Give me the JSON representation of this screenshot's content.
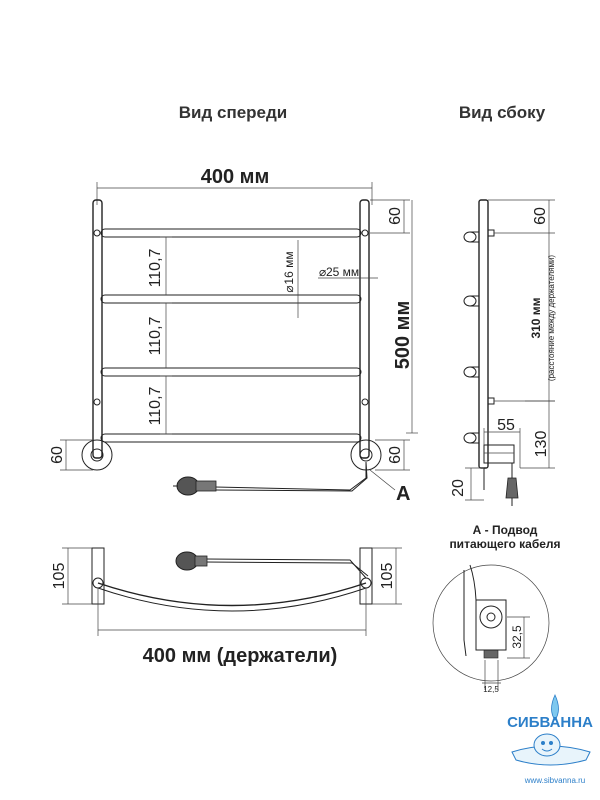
{
  "views": {
    "front_title": "Вид спереди",
    "side_title": "Вид сбоку"
  },
  "front": {
    "width": "400 мм",
    "height": "500 мм",
    "top_offset": "60",
    "bottom_offset_right": "60",
    "bottom_offset_left": "60",
    "spacing_1": "110,7",
    "spacing_2": "110,7",
    "spacing_3": "110,7",
    "bar_diameter": "16 мм",
    "post_diameter": "25 мм",
    "detail_marker": "A"
  },
  "side": {
    "top_offset": "60",
    "holder_distance": "310 мм",
    "holder_distance_note": "(расстояние между держателями)",
    "depth": "55",
    "bottom_height": "130",
    "cable_offset": "20"
  },
  "top_view": {
    "depth_left": "105",
    "depth_right": "105",
    "holders_width": "400 мм (держатели)"
  },
  "detail_a": {
    "title_line1": "А - Подвод",
    "title_line2": "питающего кабеля",
    "height": "32,5",
    "offset": "12,5"
  },
  "logo": {
    "brand": "СИБВАННА",
    "url": "www.sibvanna.ru"
  },
  "colors": {
    "line": "#222222",
    "logo_blue": "#2c7fc9"
  }
}
